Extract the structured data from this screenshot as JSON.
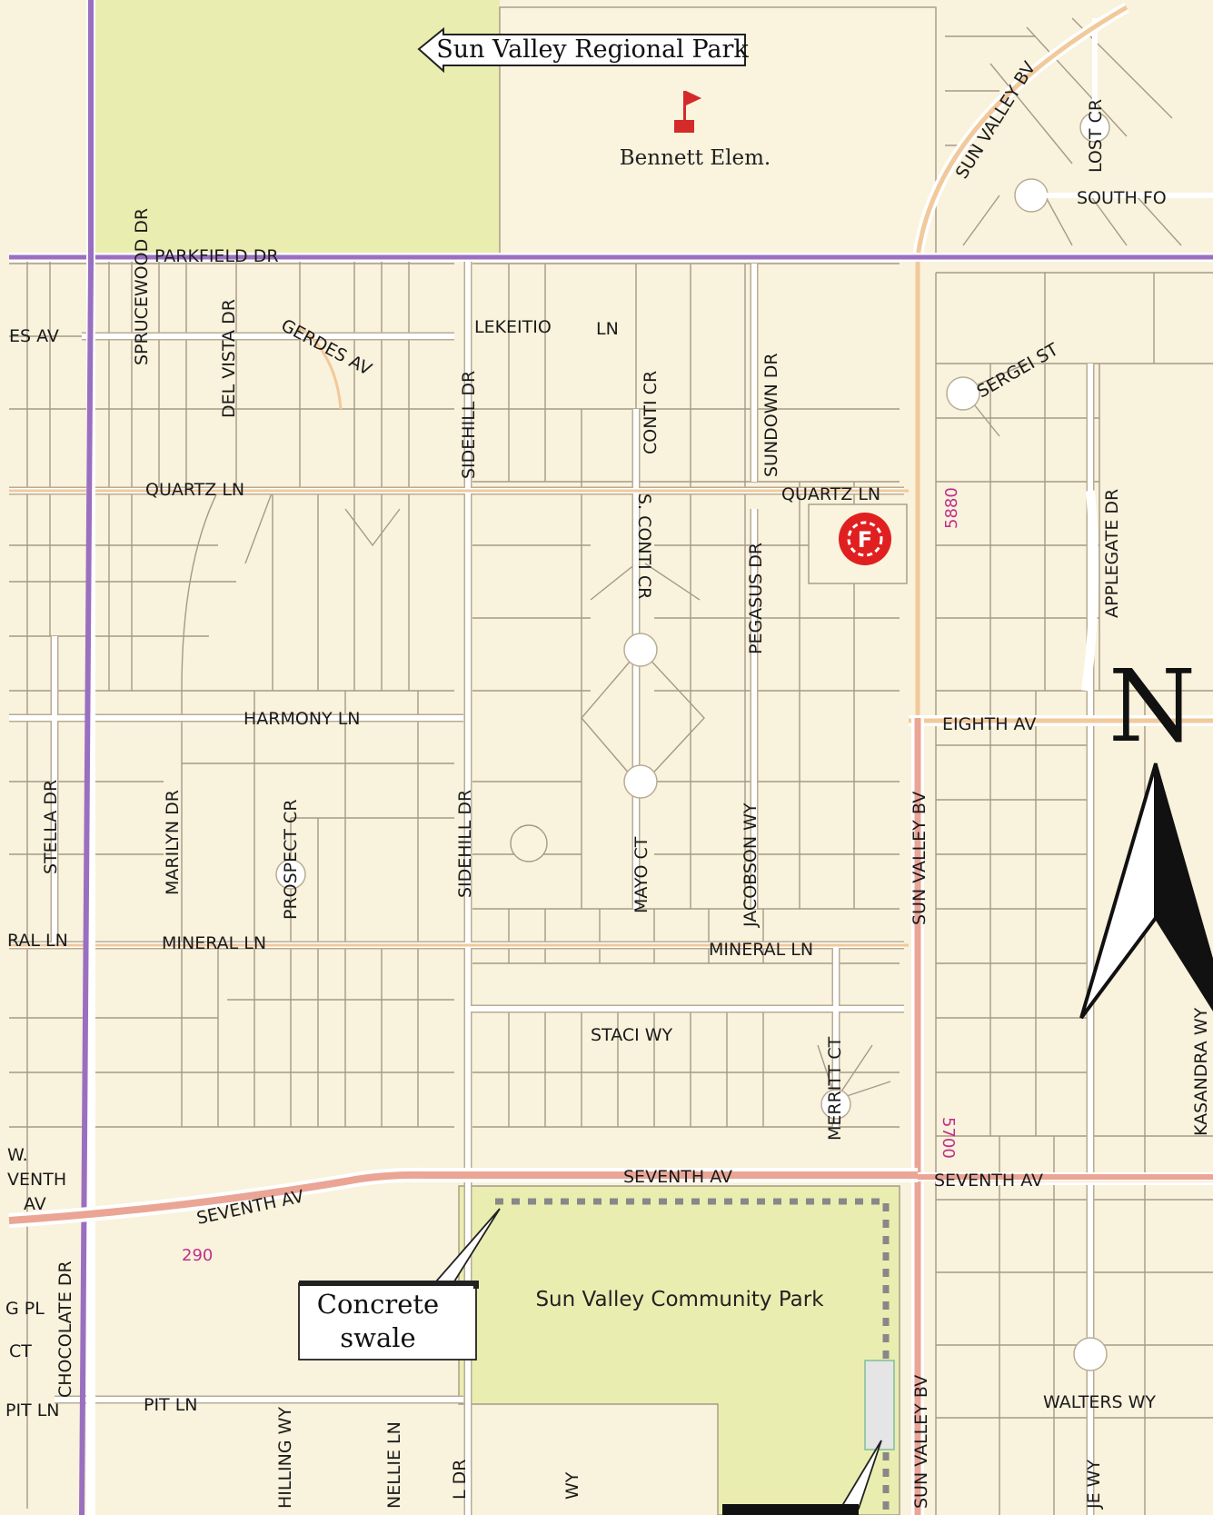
{
  "labels": {
    "regional_park": "Sun Valley Regional Park",
    "school": "Bennett Elem.",
    "community_park": "Sun Valley Community Park",
    "callout_line1": "Concrete",
    "callout_line2": "swale",
    "north": "N",
    "fire_station": "F"
  },
  "streets": {
    "parkfield": "PARKFIELD DR",
    "sprucewood": "SPRUCEWOOD DR",
    "del_vista": "DEL VISTA DR",
    "gerdes_av_left": "ES AV",
    "gerdes": "GERDES AV",
    "lekeitio": "LEKEITIO",
    "lekeitio_ln": "LN",
    "conti_cr": "CONTI CR",
    "sundown": "SUNDOWN DR",
    "sidehill_top": "SIDEHILL DR",
    "quartz_left": "QUARTZ LN",
    "quartz_right": "QUARTZ LN",
    "s_conti": "S. CONTI CR",
    "pegasus": "PEGASUS DR",
    "sun_valley_bv_top": "SUN VALLEY BV",
    "lost_cr": "LOST CR",
    "south_fo": "SOUTH FO",
    "sergei": "SERGEI ST",
    "applegate": "APPLEGATE DR",
    "eighth": "EIGHTH AV",
    "harmony": "HARMONY LN",
    "stella": "STELLA DR",
    "marilyn": "MARILYN DR",
    "prospect": "PROSPECT CR",
    "sidehill_mid": "SIDEHILL DR",
    "mayo": "MAYO CT",
    "jacobson": "JACOBSON WY",
    "sun_valley_bv_mid": "SUN VALLEY BV",
    "mineral_left_edge": "RAL LN",
    "mineral_left": "MINERAL LN",
    "mineral_right": "MINERAL LN",
    "staci": "STACI WY",
    "merritt": "MERRITT CT",
    "kasandra": "KASANDRA WY",
    "seventh_left_w": "W.",
    "seventh_left_venth": "VENTH",
    "seventh_left_av": "AV",
    "seventh_diag": "SEVENTH AV",
    "seventh_mid": "SEVENTH AV",
    "seventh_right": "SEVENTH AV",
    "chocolate": "CHOCOLATE DR",
    "g_pl": "G PL",
    "ct_left": "CT",
    "pit_left": "PIT LN",
    "pit": "PIT LN",
    "hilling": "HILLING WY",
    "nellie": "NELLIE LN",
    "l_dr": "L DR",
    "wy_bottom": "WY",
    "sun_valley_bv_bottom": "SUN VALLEY BV",
    "walters": "WALTERS WY",
    "je_wy": "JE WY"
  },
  "addresses": {
    "n5880": "5880",
    "n5700": "5700",
    "n290": "290"
  },
  "colors": {
    "land": "#f9f2dc",
    "park": "#eaedb0",
    "arterial_purple": "#9a6fc0",
    "arterial_pink": "#eaa595",
    "collector_orange": "#f2c99a",
    "lot_line": "#a59a86",
    "school_flag": "#d42a2a",
    "fire_red": "#e02020",
    "address_pink": "#c0308a",
    "swale_dots": "#888888"
  }
}
